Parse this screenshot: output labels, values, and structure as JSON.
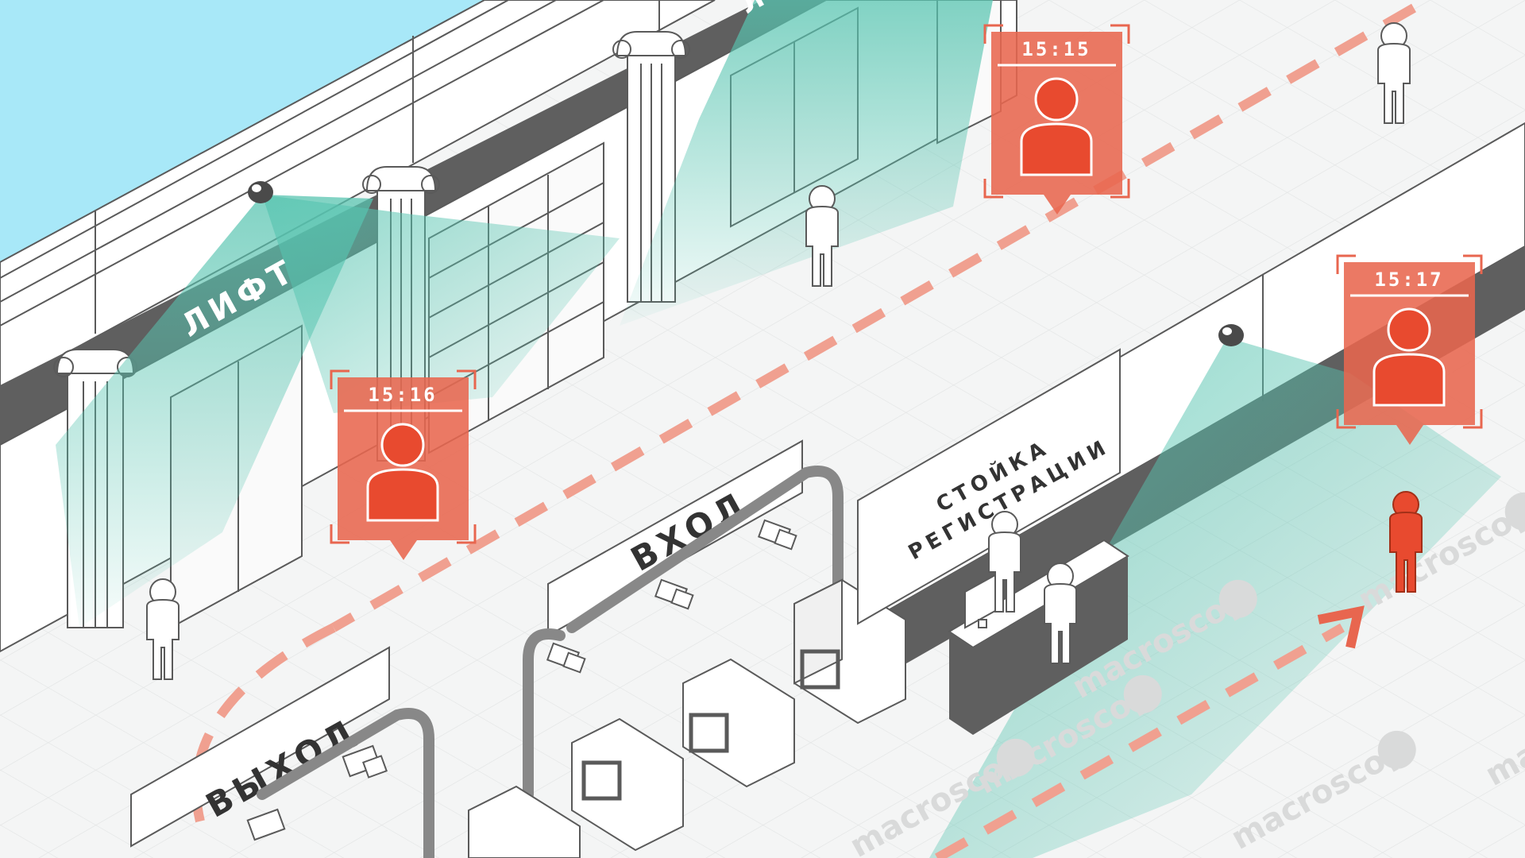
{
  "signs": {
    "elevator": "ЛИФТ",
    "exit": "ВЫХОД",
    "entrance": "ВХОД",
    "reception_line1": "СТОЙКА",
    "reception_line2": "РЕГИСТРАЦИИ",
    "top_partial": "Л"
  },
  "detections": [
    {
      "time": "15:15"
    },
    {
      "time": "15:16"
    },
    {
      "time": "15:17"
    }
  ],
  "watermark": {
    "text": "macroscop",
    "repeat_count": 6
  },
  "colors": {
    "sky": "#a8e8f8",
    "floor": "#f4f5f5",
    "dark_band": "#5f5f5f",
    "camera_cone": "#57c4b0",
    "marker": "#e8664f",
    "marker_dark": "#b85241",
    "person_highlight": "#e84a2f",
    "path_dash": "#f0a090",
    "watermark": "#d9dada"
  }
}
